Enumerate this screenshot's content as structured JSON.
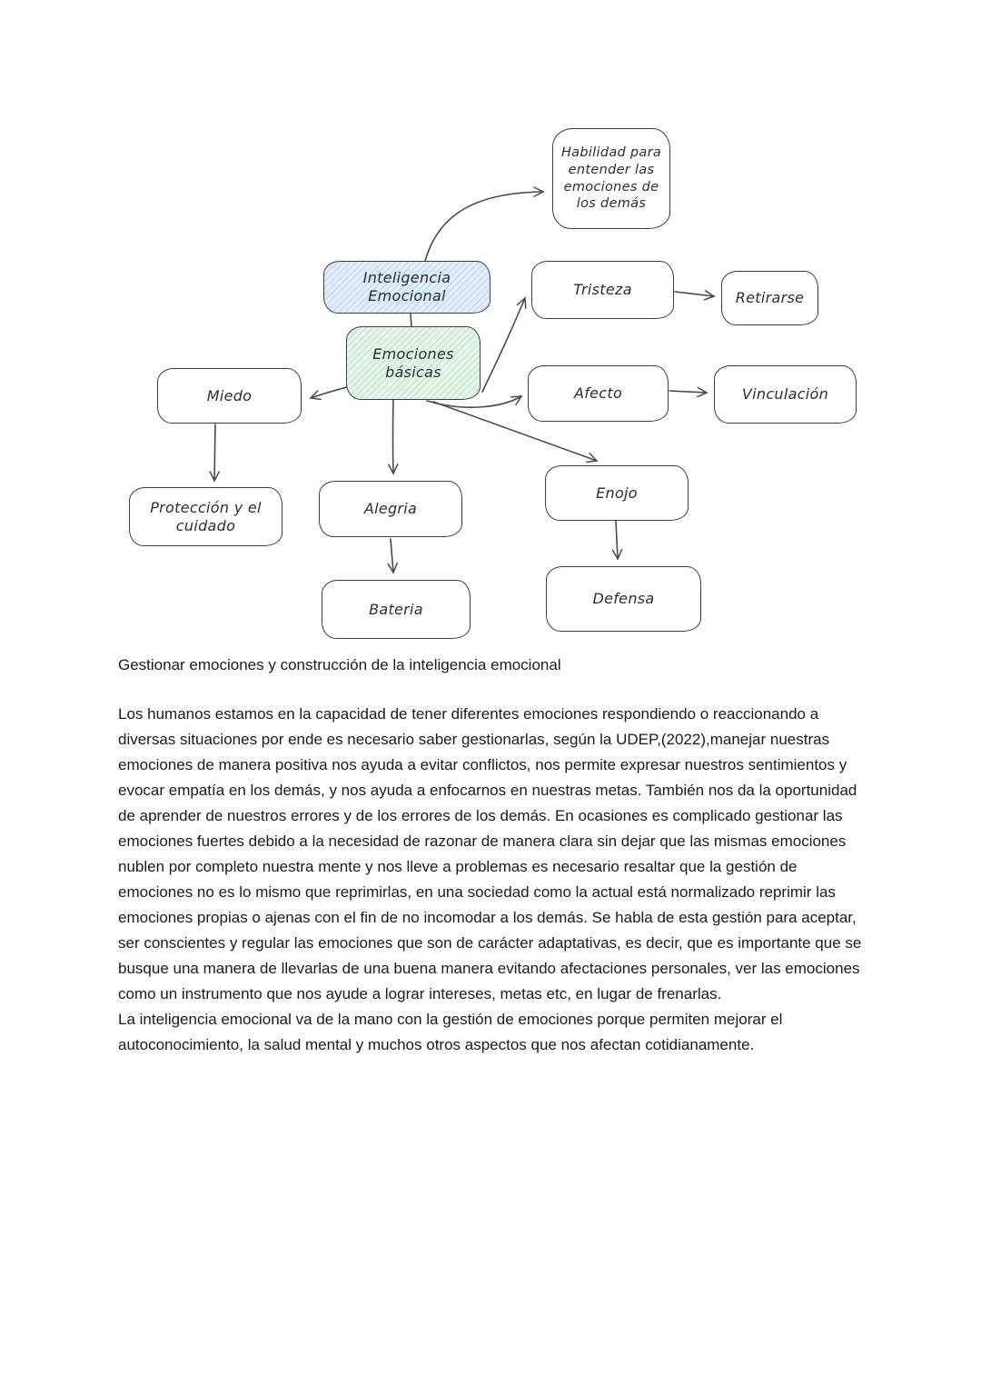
{
  "diagram": {
    "nodes": [
      {
        "id": "habilidad",
        "label": "Habilidad para entender las emociones de los demás"
      },
      {
        "id": "inteligencia",
        "label": "Inteligencia Emocional"
      },
      {
        "id": "emociones",
        "label": "Emociones básicas"
      },
      {
        "id": "tristeza",
        "label": "Tristeza"
      },
      {
        "id": "retirarse",
        "label": "Retirarse"
      },
      {
        "id": "miedo",
        "label": "Miedo"
      },
      {
        "id": "afecto",
        "label": "Afecto"
      },
      {
        "id": "vinculacion",
        "label": "Vinculación"
      },
      {
        "id": "enojo",
        "label": "Enojo"
      },
      {
        "id": "proteccion",
        "label": "Protección y el cuidado"
      },
      {
        "id": "alegria",
        "label": "Alegria"
      },
      {
        "id": "bateria",
        "label": "Bateria"
      },
      {
        "id": "defensa",
        "label": "Defensa"
      }
    ],
    "edges": [
      {
        "from": "inteligencia",
        "to": "habilidad"
      },
      {
        "from": "inteligencia",
        "to": "emociones"
      },
      {
        "from": "emociones",
        "to": "miedo"
      },
      {
        "from": "emociones",
        "to": "tristeza"
      },
      {
        "from": "emociones",
        "to": "afecto"
      },
      {
        "from": "emociones",
        "to": "enojo"
      },
      {
        "from": "emociones",
        "to": "alegria"
      },
      {
        "from": "miedo",
        "to": "proteccion"
      },
      {
        "from": "tristeza",
        "to": "retirarse"
      },
      {
        "from": "afecto",
        "to": "vinculacion"
      },
      {
        "from": "alegria",
        "to": "bateria"
      },
      {
        "from": "enojo",
        "to": "defensa"
      }
    ],
    "colors": {
      "node_border": "#3d3d3d",
      "arrow": "#4a4a4a",
      "highlight_blue": "#e1edfa",
      "highlight_green": "#e6f5e9"
    }
  },
  "article": {
    "heading": "Gestionar emociones y construcción de la inteligencia emocional",
    "paragraphs": [
      "Los humanos estamos en la capacidad de tener diferentes emociones respondiendo o reaccionando a diversas situaciones por ende es necesario saber gestionarlas, según la UDEP,(2022),manejar nuestras emociones de manera positiva nos ayuda a evitar conflictos, nos permite expresar nuestros sentimientos y evocar empatía en los demás, y nos ayuda a enfocarnos en nuestras metas. También nos da la oportunidad de aprender de nuestros errores y de los errores de los demás. En ocasiones es complicado gestionar las emociones fuertes debido a la necesidad de razonar de manera clara sin dejar que las mismas emociones nublen por completo nuestra mente y nos lleve a problemas es necesario resaltar que la gestión de emociones no es lo mismo que reprimirlas, en una sociedad como la actual está normalizado reprimir las emociones propias o ajenas con el fin de no incomodar a los demás. Se habla de esta gestión para aceptar, ser conscientes y regular las emociones que son de carácter adaptativas, es decir, que es importante que se busque una manera de llevarlas de una buena manera evitando afectaciones personales, ver las emociones como un instrumento que nos ayude a lograr intereses, metas etc, en lugar de frenarlas.",
      "La inteligencia emocional va de la mano con la gestión de emociones porque permiten mejorar el autoconocimiento, la salud mental y muchos otros aspectos que nos afectan cotidianamente."
    ]
  }
}
